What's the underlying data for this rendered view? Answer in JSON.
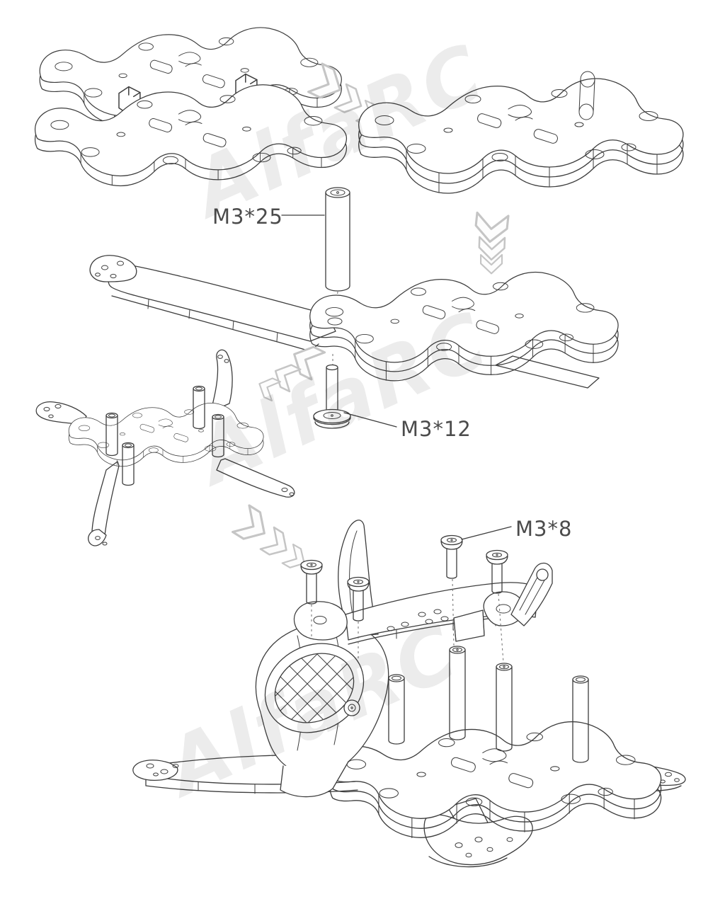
{
  "diagram": {
    "background": "#ffffff",
    "line_color": "#3d3d3d",
    "label_color": "#4b4b4b",
    "chevron_color": "#c5c5c5",
    "watermark_color": "#ececec",
    "watermark_text": "AlfaRC",
    "labels": {
      "m3x25": "M3*25",
      "m3x12": "M3*12",
      "m3x8": "M3*8"
    },
    "arrows": [
      {
        "id": "flow-1",
        "direction": "right"
      },
      {
        "id": "flow-2",
        "direction": "down"
      },
      {
        "id": "flow-3",
        "direction": "left"
      },
      {
        "id": "flow-4",
        "direction": "right"
      }
    ],
    "parts": [
      {
        "id": "step-1",
        "name": "top-bottom-plates-exploded-with-clips"
      },
      {
        "id": "step-2",
        "name": "plate-stack-assembled"
      },
      {
        "id": "step-3",
        "name": "arm-plate-with-standoff-and-screw",
        "hardware": [
          "M3*25",
          "M3*12"
        ]
      },
      {
        "id": "step-4",
        "name": "x-frame-with-standoffs"
      },
      {
        "id": "step-5",
        "name": "final-assembly-camera-pod-and-screws",
        "hardware": [
          "M3*8"
        ]
      }
    ]
  }
}
